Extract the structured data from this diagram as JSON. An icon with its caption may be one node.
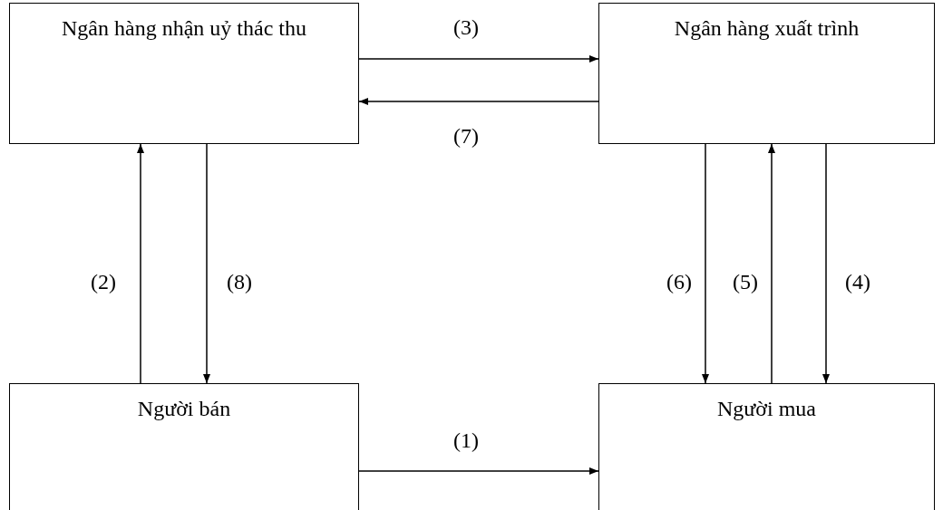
{
  "diagram": {
    "nodes": [
      {
        "text": [
          "Ngân hàng nhận uỷ thác thu"
        ]
      },
      {
        "text": [
          "Ngân hàng xuất trình"
        ]
      },
      {
        "text": [
          "Người bán"
        ]
      },
      {
        "text": [
          "Người mua"
        ]
      }
    ],
    "edges": [
      {
        "from": 2,
        "to": 3,
        "arrow": "to",
        "label": "(1)"
      },
      {
        "from": 2,
        "to": 0,
        "arrow": "to",
        "label": "(2)"
      },
      {
        "from": 0,
        "to": 1,
        "arrow": "to",
        "label": "(3)"
      },
      {
        "from": 1,
        "to": 3,
        "arrow": "to",
        "label": "(4)"
      },
      {
        "from": 3,
        "to": 1,
        "arrow": "to",
        "label": "(5)"
      },
      {
        "from": 1,
        "to": 3,
        "arrow": "to",
        "label": "(6)"
      },
      {
        "from": 1,
        "to": 0,
        "arrow": "to",
        "label": "(7)"
      },
      {
        "from": 0,
        "to": 2,
        "arrow": "to",
        "label": "(8)"
      }
    ]
  }
}
